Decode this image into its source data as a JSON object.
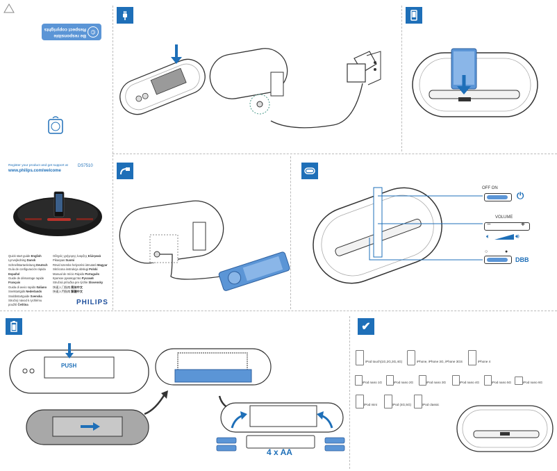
{
  "cover": {
    "model": "DS7510",
    "register_line": "Register your product and get support at",
    "url": "www.philips.com/welcome",
    "brand": "PHILIPS",
    "copyright_badge_line1": "Be responsible",
    "copyright_badge_line2": "Respect copyrights",
    "languages_left": [
      {
        "label": "Quick start guide",
        "lang": "English"
      },
      {
        "label": "Lynvejledning",
        "lang": "Dansk"
      },
      {
        "label": "Schnellstartanleitung",
        "lang": "Deutsch"
      },
      {
        "label": "Guía de configuración rápida",
        "lang": "Español"
      },
      {
        "label": "Guide de démarrage rapide",
        "lang": "Français"
      },
      {
        "label": "Guida di avvio rapido",
        "lang": "Italiano"
      },
      {
        "label": "Snelstartgids",
        "lang": "Nederlands"
      },
      {
        "label": "Snabbstartguide",
        "lang": "Svenska"
      },
      {
        "label": "Stručný návod k rychlému použití",
        "lang": "Čeština"
      }
    ],
    "languages_right": [
      {
        "label": "Οδηγός γρήγορης έναρξης",
        "lang": "Ελληνικά"
      },
      {
        "label": "Pikaopas",
        "lang": "Suomi"
      },
      {
        "label": "Rövid üzembe helyezési útmutató",
        "lang": "Magyar"
      },
      {
        "label": "Skrócona instrukcja obsługi",
        "lang": "Polski"
      },
      {
        "label": "Manual de Início Rápido",
        "lang": "Português"
      },
      {
        "label": "Краткое руководство",
        "lang": "Русский"
      },
      {
        "label": "Stručná príručka pre rýchle",
        "lang": "Slovensky"
      },
      {
        "label": "快速入门指南",
        "lang": "简体中文"
      },
      {
        "label": "快速入門指南",
        "lang": "繁體中文"
      }
    ]
  },
  "panels": {
    "power": {
      "icon": "plug-icon"
    },
    "dock": {
      "icon": "ipod-icon"
    },
    "aux": {
      "icon": "aux-cable-icon"
    },
    "controls": {
      "icon": "switch-icon",
      "off_on_label": "OFF ON",
      "volume_label": "VOLUME",
      "volume_minus": "−",
      "volume_plus": "+",
      "dbb_label": "DBB"
    },
    "battery": {
      "icon": "battery-icon",
      "push_label": "PUSH",
      "battery_count": "4 x AA"
    },
    "compatible": {
      "icon": "check-icon",
      "row1": [
        "iPod touch(1G,2G,3G,4G)",
        "iPhone, iPhone 3G, iPhone 3GS",
        "iPhone 4"
      ],
      "row2": [
        "iPod nano 1G",
        "iPod nano 2G",
        "iPod nano 3G",
        "iPod nano 4G",
        "iPod nano 5G",
        "iPod nano 6G"
      ],
      "row3": [
        "iPod mini",
        "iPod (4G,5G)",
        "iPod classic"
      ]
    }
  },
  "colors": {
    "accent": "#1e6fb8",
    "device_blue": "#5b95d6"
  }
}
